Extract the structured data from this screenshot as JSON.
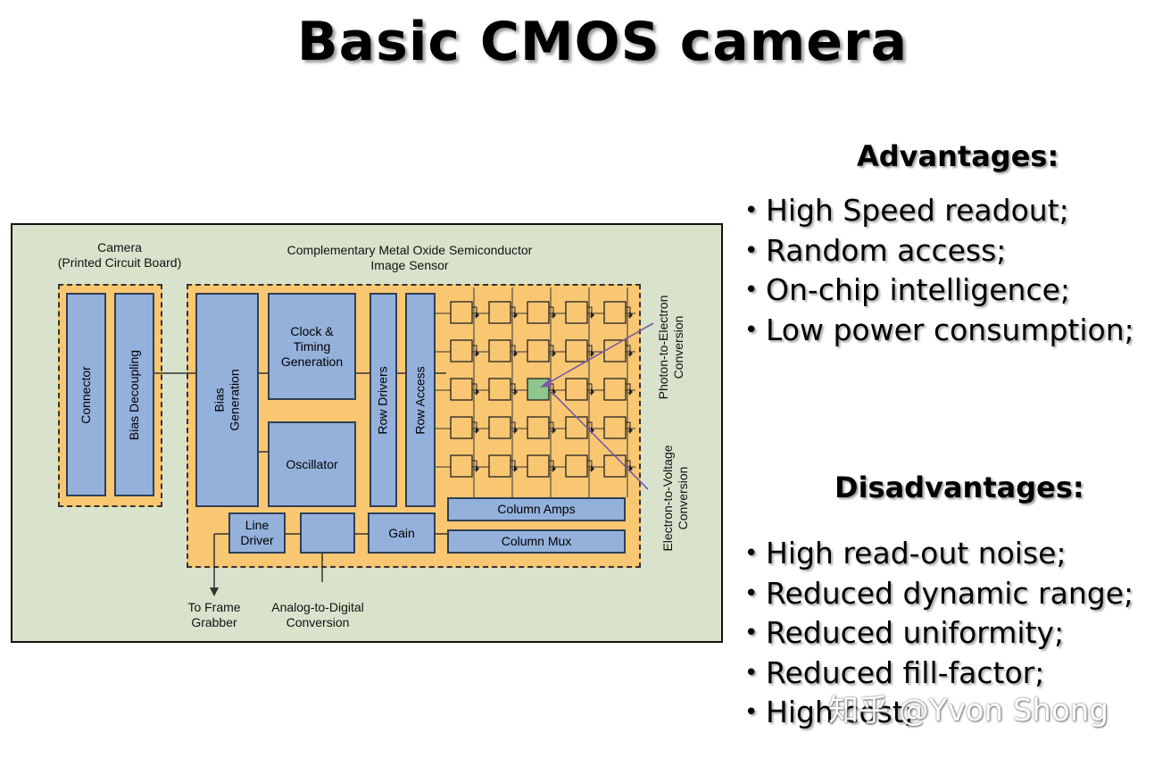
{
  "title": "Basic CMOS camera",
  "advantages": {
    "heading": "Advantages:",
    "items": [
      "High Speed readout;",
      "Random access;",
      "On-chip intelligence;",
      "Low power consumption;"
    ]
  },
  "disadvantages": {
    "heading": "Disadvantages:",
    "items": [
      "High read-out noise;",
      "Reduced dynamic range;",
      "Reduced uniformity;",
      "Reduced fill-factor;",
      "High cost;"
    ]
  },
  "diagram": {
    "camera_label_line1": "Camera",
    "camera_label_line2": "(Printed Circuit Board)",
    "sensor_label_line1": "Complementary Metal Oxide Semiconductor",
    "sensor_label_line2": "Image Sensor",
    "connector": "Connector",
    "bias_decoupling": "Bias Decoupling",
    "bias_generation_line1": "Bias",
    "bias_generation_line2": "Generation",
    "clock_line1": "Clock &",
    "clock_line2": "Timing",
    "clock_line3": "Generation",
    "oscillator": "Oscillator",
    "row_drivers": "Row Drivers",
    "row_access": "Row Access",
    "column_amps": "Column Amps",
    "column_mux": "Column Mux",
    "line_driver_line1": "Line",
    "line_driver_line2": "Driver",
    "gain": "Gain",
    "to_frame_line1": "To Frame",
    "to_frame_line2": "Grabber",
    "adc_line1": "Analog-to-Digital",
    "adc_line2": "Conversion",
    "photon_line1": "Photon-to-Electron",
    "photon_line2": "Conversion",
    "electron_line1": "Electron-to-Voltage",
    "electron_line2": "Conversion",
    "pixel_rows": 5,
    "pixel_cols": 5,
    "highlight_pixel": [
      2,
      2
    ],
    "colors": {
      "background": "#d9e3cc",
      "board": "#f9c772",
      "block": "#94b1dc",
      "pixel_highlight": "#8dc78d",
      "arrow": "#7a5aa6"
    }
  },
  "watermark": "知乎 @Yvon Shong"
}
